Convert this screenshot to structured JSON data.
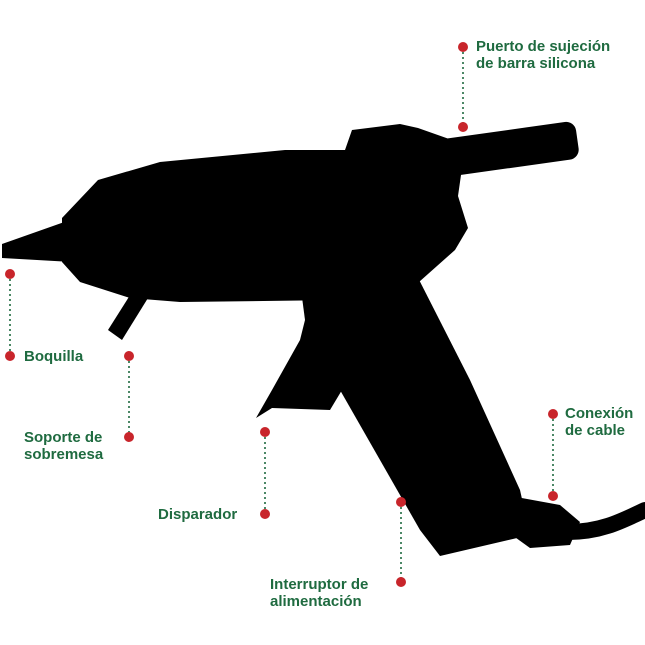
{
  "diagram": {
    "colors": {
      "label": "#1f6b40",
      "dot": "#c8252b",
      "silhouette": "#000000"
    },
    "labels": {
      "puerto": [
        "Puerto de sujeción",
        "de barra silicona"
      ],
      "boquilla": [
        "Boquilla"
      ],
      "soporte": [
        "Soporte de",
        "sobremesa"
      ],
      "disparador": [
        "Disparador"
      ],
      "conexion": [
        "Conexión",
        "de cable"
      ],
      "interruptor": [
        "Interruptor de",
        "alimentación"
      ]
    }
  }
}
